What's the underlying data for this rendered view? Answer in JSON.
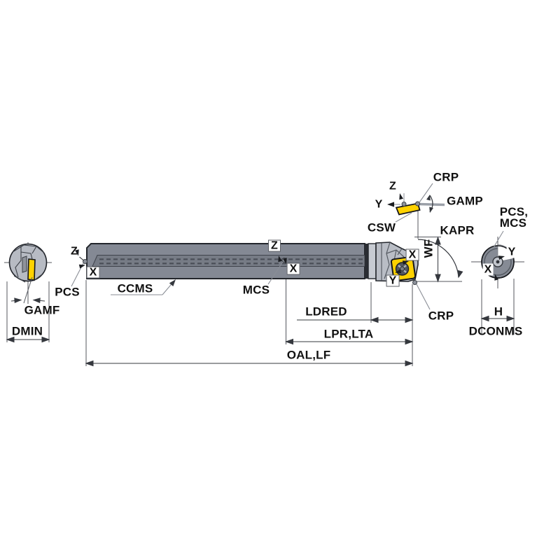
{
  "figure": {
    "type": "technical-drawing",
    "subject": "Indexable boring bar dimension diagram",
    "colors": {
      "insert_yellow": "#FFD200",
      "bar_gray": "#848994",
      "bar_band_gray": "#767B85",
      "head_gray": "#B9BDC5",
      "flange_gray": "#C7CBD2",
      "left_head_gray": "#B7BBC3",
      "shank_section_gray": "#868B95",
      "outline": "#23262C",
      "dim_line": "#54575E",
      "leader_line": "#8A8E96",
      "text": "#111111"
    },
    "labels": {
      "crp_top": "CRP",
      "gamp": "GAMP",
      "pcs_mcs_line1": "PCS,",
      "pcs_mcs_line2": "MCS",
      "csw": "CSW",
      "kapr": "KAPR",
      "wf": "WF",
      "crp_bottom": "CRP",
      "ldred": "LDRED",
      "lpr_lta": "LPR,LTA",
      "oal_lf": "OAL,LF",
      "h": "H",
      "dconms": "DCONMS",
      "ccms": "CCMS",
      "mcs": "MCS",
      "pcs": "PCS",
      "gamf": "GAMF",
      "dmin": "DMIN"
    },
    "axes": {
      "x": "X",
      "y": "Y",
      "z": "Z"
    }
  }
}
